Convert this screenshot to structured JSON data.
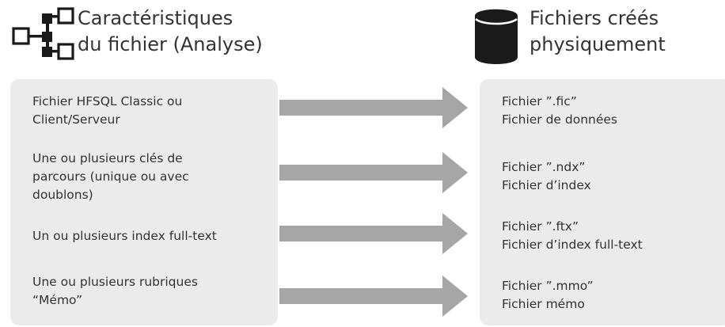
{
  "header": {
    "left_title": [
      "Caractéristiques",
      "du fichier (Analyse)"
    ],
    "left_icon": "hierarchy-tree-icon",
    "right_title": [
      "Fichiers créés",
      "physiquement"
    ],
    "right_icon": "database-cylinder-icon"
  },
  "rows": [
    {
      "source": [
        "Fichier HFSQL Classic ou",
        "Client/Serveur"
      ],
      "target": [
        "Fichier ”.fic”",
        "Fichier de données"
      ]
    },
    {
      "source": [
        "Une ou plusieurs clés de",
        "parcours (unique ou avec",
        "doublons)"
      ],
      "target": [
        "Fichier ”.ndx”",
        "Fichier d’index"
      ]
    },
    {
      "source": [
        "Un ou plusieurs index full-text"
      ],
      "target": [
        "Fichier ”.ftx”",
        "Fichier d’index full-text"
      ]
    },
    {
      "source": [
        "Une ou plusieurs rubriques",
        "“Mémo”"
      ],
      "target": [
        "Fichier ”.mmo”",
        "Fichier mémo"
      ]
    }
  ],
  "colors": {
    "panel": "#ebebeb",
    "arrow": "#a6a6a6",
    "text": "#333333",
    "icon": "#1a1a1a"
  }
}
